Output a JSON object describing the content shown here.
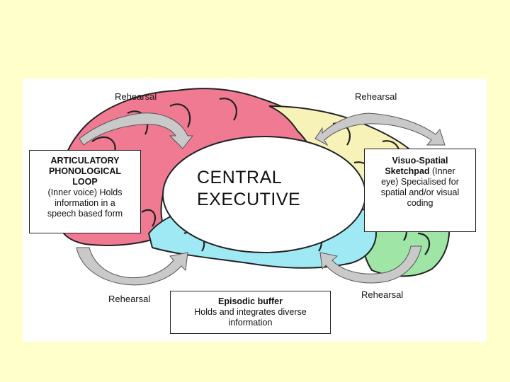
{
  "diagram": {
    "rehearsal_labels": {
      "top_left": "Rehearsal",
      "top_right": "Rehearsal",
      "bottom_left": "Rehearsal",
      "bottom_right": "Rehearsal"
    },
    "central_executive": {
      "line1": "CENTRAL",
      "line2": "EXECUTIVE"
    },
    "phonological_loop": {
      "title_line1": "ARTICULATORY",
      "title_line2": "PHONOLOGICAL",
      "title_line3": "LOOP",
      "desc_line1": "(Inner voice) Holds",
      "desc_line2": "information in a",
      "desc_line3": "speech based form"
    },
    "sketchpad": {
      "title_line1": "Visuo-Spatial",
      "title_line2": "Sketchpad",
      "title_line2_rest": " (Inner",
      "desc_line1": "eye) Specialised for",
      "desc_line2": "spatial and/or visual",
      "desc_line3": "coding"
    },
    "episodic_buffer": {
      "title": "Episodic buffer",
      "desc_line1": "Holds and integrates diverse",
      "desc_line2": "information"
    }
  },
  "colors": {
    "background": "#ffffcc",
    "frontal_lobe": "#f07a92",
    "parietal_lobe": "#f7f3b8",
    "temporal_lobe": "#9fe9f5",
    "occipital_lobe": "#9ee5a6",
    "arrow": "#c9c9c9"
  }
}
